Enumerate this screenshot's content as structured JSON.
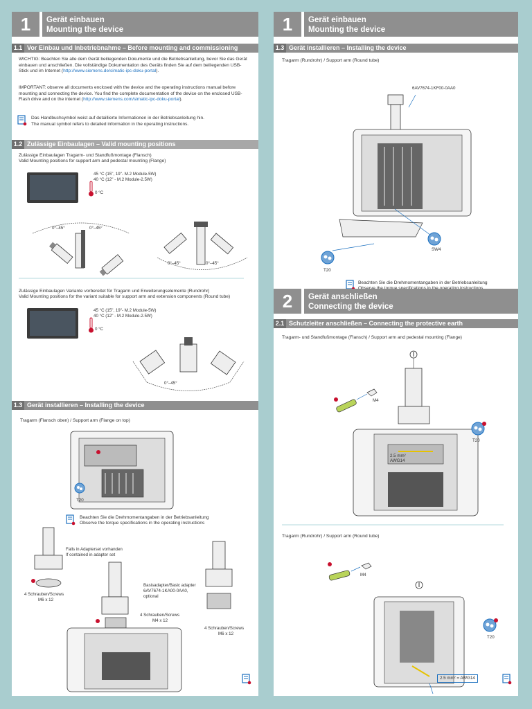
{
  "left": {
    "header": {
      "num": "1",
      "title_de": "Gerät einbauen",
      "title_en": "Mounting the device"
    },
    "s11": {
      "num": "1.1",
      "title": "Vor Einbau und Inbetriebnahme – Before mounting and commissioning"
    },
    "s11_de": "WICHTIG: Beachten Sie alle dem Gerät beiliegenden Dokumente und die Betriebsanleitung, bevor Sie das Gerät einbauen und anschließen. Die vollständige Dokumentation des Geräts finden Sie auf dem beiliegenden USB-Stick und im Internet (",
    "s11_de_link": "http://www.siemens.de/simatic-ipc-doku-portal",
    "s11_de_end": ").",
    "s11_en": "IMPORTANT: observe all documents enclosed with the device and the operating instructions manual before mounting and connecting the device. You find the complete documentation of the device on the enclosed USB-Flash drive and on the internet (",
    "s11_en_link": "http://www.siemens.com/simatic-ipc-doku-portal",
    "s11_en_end": ").",
    "manual_de": "Das Handbuchsymbol weist auf detaillierte Informationen in der Betriebsanleitung hin.",
    "manual_en": "The manual symbol refers to detailed information in the operating instructions.",
    "s12": {
      "num": "1.2",
      "title": "Zulässige Einbaulagen – Valid mounting positions"
    },
    "s12_a1": "Zulässige Einbaulagen Tragarm- und Standfußmontage (Flansch)",
    "s12_a2": "Valid Mounting positions for support arm and pedestal mounting (Flange)",
    "temp1": "45 °C (15\", 19\"- M.2 Module-5W)",
    "temp2": "40 °C (12\" - M.2 Module-2.5W)",
    "temp0": "0 °C",
    "angle1": "0°–45°",
    "angle2": "0°–45°",
    "angle3": "0°–45°",
    "angle4": "0°–45°",
    "s12_b1": "Zulässige Einbaulagen Variante vorbereitet für Tragarm und Erweiterungselemente (Rundrohr)",
    "s12_b2": "Valid Mounting positions for the variant suitable for support arm and extension components (Round tube)",
    "angle5": "0°–45°",
    "s13": {
      "num": "1.3",
      "title": "Gerät installieren – Installing the device"
    },
    "s13_sub": "Tragarm (Flansch oben) / Support arm (Flange on top)",
    "t20": "T20",
    "torque_de": "Beachten Sie die Drehmomentangaben in der Betriebsanleitung",
    "torque_en": "Observe the torque specifications in the operating instructions",
    "adapter_de": "Falls in Adapterset vorhanden",
    "adapter_en": "If contained in adapter set",
    "screws1_a": "4 Schrauben/Screws",
    "screws1_b": "M6 x 12",
    "basic1": "Basisadapter/Basic adapter",
    "basic2": "6AV7674-1KA00-0AA0,",
    "basic3": "optional",
    "screws2_a": "4 Schrauben/Screws",
    "screws2_b": "M4 x 12",
    "screws3_a": "4 Schrauben/Screws",
    "screws3_b": "M6 x 12"
  },
  "right": {
    "header": {
      "num": "1",
      "title_de": "Gerät einbauen",
      "title_en": "Mounting the device"
    },
    "s13": {
      "num": "1.3",
      "title": "Gerät installieren – Installing the device"
    },
    "s13_sub": "Tragarm (Rundrohr) / Support arm (Round tube)",
    "part": "6AV7674-1KF00-0AA0",
    "sw4": "SW4",
    "t20": "T20",
    "torque_de": "Beachten Sie die Drehmomentangaben in der Betriebsanleitung",
    "torque_en": "Observe the torque specifications in the operating instructions",
    "header2": {
      "num": "2",
      "title_de": "Gerät anschließen",
      "title_en": "Connecting the device"
    },
    "s21": {
      "num": "2.1",
      "title": "Schutzleiter anschließen – Connecting the protective earth"
    },
    "s21_sub": "Tragarm- und Standfußmontage (Flansch) / Support arm and pedestal mounting (Flange)",
    "m4": "M4",
    "t20b": "T20",
    "awg1a": "2.5 mm²",
    "awg1b": "AWG14",
    "s21_sub2": "Tragarm (Rundrohr) / Support arm (Round tube)",
    "m4b": "M4",
    "t20c": "T20",
    "awg2": "2.5 mm² = AWG14"
  },
  "colors": {
    "grey": "#8f8f8f",
    "bg": "#a9cdcf",
    "link": "#1a6fbf",
    "callout_red": "#c8102e",
    "callout_blue": "#6fa3d6"
  }
}
